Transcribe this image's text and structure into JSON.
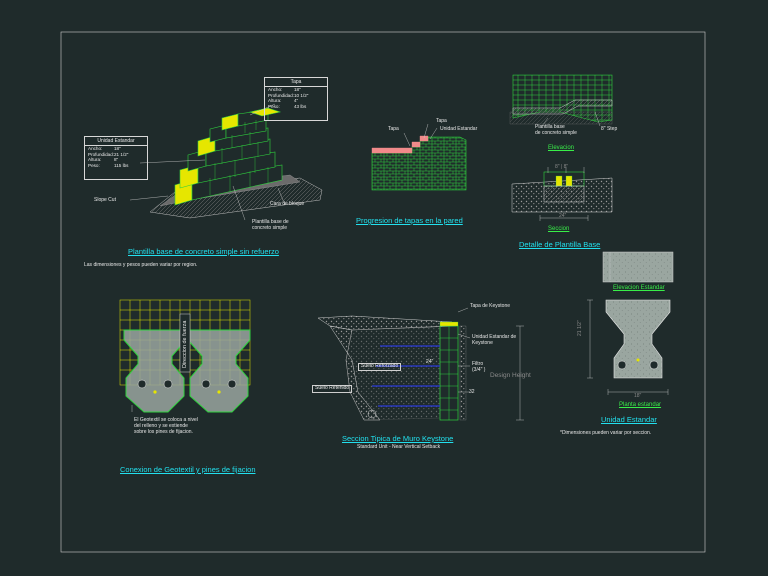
{
  "drawing": {
    "t_plantilla": "Plantilla base de concreto simple sin refuerzo",
    "note_dimensiones": "Las dimensiones y pesos pueden variar por region.",
    "table_tapa": {
      "header": "Tapa",
      "rows": [
        {
          "k": "Ancho:",
          "v": "18\""
        },
        {
          "k": "Profundidad:",
          "v": "10 1/2\""
        },
        {
          "k": "Altura:",
          "v": "4\""
        },
        {
          "k": "Peso:",
          "v": "43 lbs"
        }
      ]
    },
    "table_unidad": {
      "header": "Unidad Estandar",
      "rows": [
        {
          "k": "Ancho:",
          "v": "18\""
        },
        {
          "k": "Profundidad:",
          "v": "21 1/2\""
        },
        {
          "k": "Altura:",
          "v": "8\""
        },
        {
          "k": "Peso:",
          "v": "115 lbs"
        }
      ]
    },
    "lbl_slope_cut": "Slope Cut",
    "lbl_cara_bloque": "Cara de bloque",
    "lbl_plantilla_base": "Plantilla base de\nconcreto simple",
    "lbl_tapa": "Tapa",
    "lbl_tapa2": "Tapa",
    "lbl_unidad_estandar": "Unidad Estandar",
    "t_progresion": "Progresion de tapas en la pared",
    "lbl_plantilla_base2": "Plantilla base\nde concreto simple",
    "lbl_step": "8\" Step",
    "t_elevacion": "Elevacion",
    "lbl_dim_top": "8\" | 8\"",
    "lbl_dim_24": "24\"",
    "t_seccion": "Seccion",
    "t_detalle_plantilla": "Detalle de Plantilla Base",
    "t_elevacion_estandar": "Elevacion Estandar",
    "lbl_dim_21": "21 1/2\"",
    "lbl_dim_18": "18\"",
    "t_planta_estandar": "Planta estandar",
    "t_unidad_estandar": "Unidad Estandar",
    "note_variar": "*Dimensiones pueden variar por seccion.",
    "lbl_direccion": "Direccion de fuerza",
    "lbl_geotextil": "El Geotextil se coloca a nivel\ndel relleno y se extiende\nsobre los pines de fijacion.",
    "t_conexion": "Conexion de Geotextil y pines de fijacion",
    "lbl_tapa_keystone": "Tapa de Keystone",
    "lbl_unidad_keystone": "Unidad Estandar de\nKeystone",
    "lbl_filtro": "Filtro\n(3/4\" )",
    "lbl_design_height": "Design Height",
    "lbl_suelo_reforzado": "Suelo Reforzado",
    "lbl_suelo_retenido": "Suelo Retenido",
    "lbl_24": "24\"",
    "lbl_32": "32",
    "t_seccion_tipica": "Seccion Tipica de Muro Keystone",
    "lbl_standard_unit": "Standard Unit - Near Vertical Setback"
  }
}
